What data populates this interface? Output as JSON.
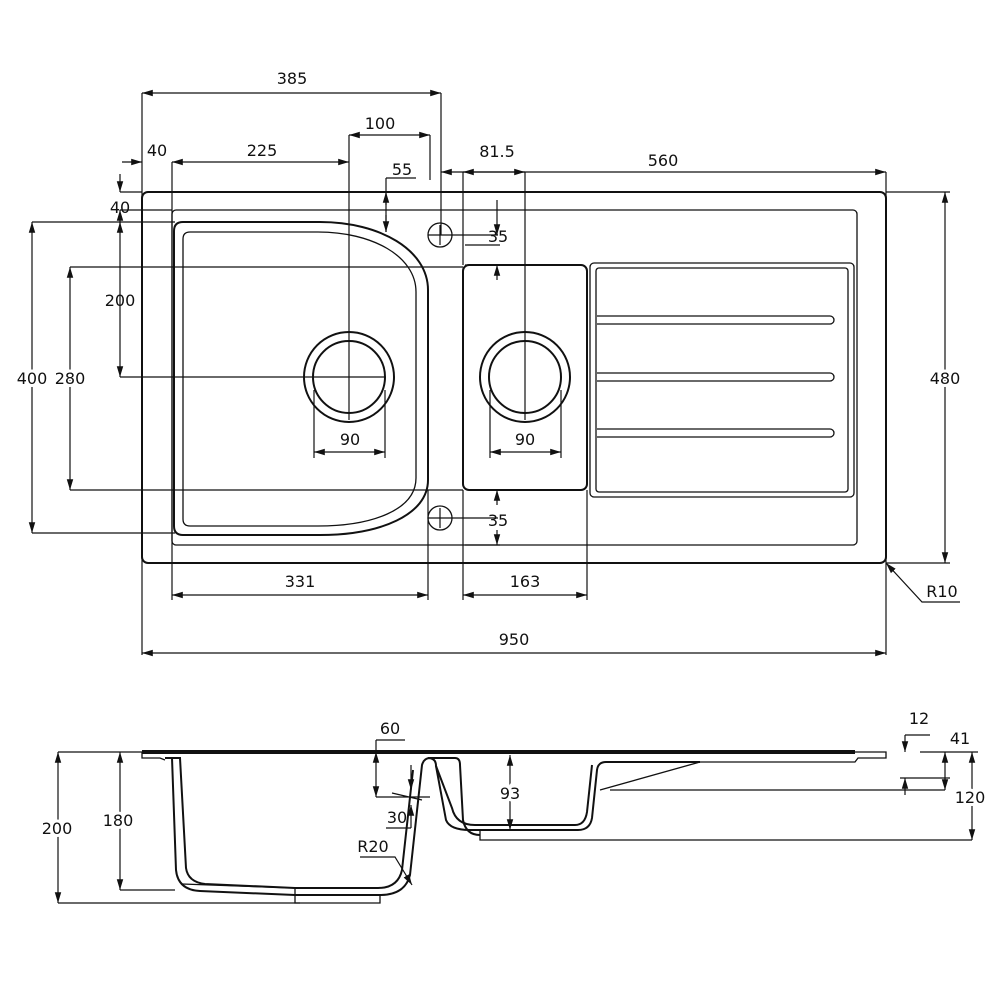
{
  "plan_view": {
    "dims": {
      "overall_to_tap": "385",
      "bowl_center_to_tap": "100",
      "rim_left": "40",
      "left_bowl_center": "225",
      "tap_offset": "55",
      "rim_top": "40",
      "small_bowl_center": "81.5",
      "drainer_width": "560",
      "overflow_top": "35",
      "drain_from_top": "200",
      "large_bowl_depth": "400",
      "small_bowl_depth": "280",
      "drain_dia_left": "90",
      "drain_dia_right": "90",
      "overflow_bottom": "35",
      "large_bowl_width": "331",
      "small_bowl_width": "163",
      "overall_width": "950",
      "overall_depth": "480",
      "corner_radius": "R10"
    }
  },
  "side_view": {
    "dims": {
      "overall_height": "200",
      "large_bowl_height": "180",
      "overflow_height": "60",
      "overflow_size": "30",
      "small_bowl_height": "93",
      "bottom_radius": "R20",
      "deck_thickness": "12",
      "drainer_depth": "41",
      "small_bowl_total": "120"
    }
  }
}
